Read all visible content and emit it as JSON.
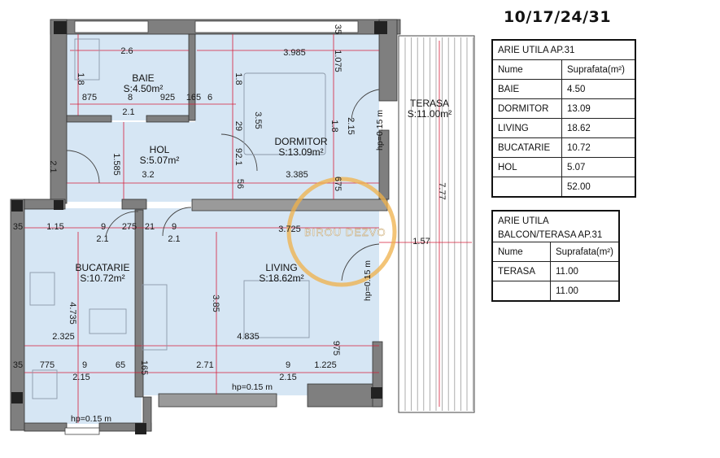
{
  "apartment_code": "10/17/24/31",
  "rooms": [
    {
      "name": "BAIE",
      "area": "S:4.50m²"
    },
    {
      "name": "DORMITOR",
      "area": "S:13.09m²"
    },
    {
      "name": "HOL",
      "area": "S:5.07m²"
    },
    {
      "name": "TERASA",
      "area": "S:11.00m²"
    },
    {
      "name": "BUCATARIE",
      "area": "S:10.72m²"
    },
    {
      "name": "LIVING",
      "area": "S:18.62m²"
    }
  ],
  "dimensions": [
    "2.6",
    "3.985",
    "1.075",
    "1.8",
    "1.8",
    "875",
    "8",
    "925",
    "165",
    "6",
    "2.1",
    "3.55",
    "29",
    "2.15",
    "1.8",
    "1.585",
    "9",
    "2.1",
    "3.2",
    "3.385",
    "56",
    "675",
    "7.77",
    "1.15",
    "9",
    "275",
    "21",
    "9",
    "2.1",
    "2.1",
    "3.725",
    "1.57",
    "4.735",
    "3.85",
    "2.325",
    "4.835",
    "775",
    "9",
    "65",
    "165",
    "2.71",
    "9",
    "1.225",
    "975",
    "2.15",
    "2.15",
    "35",
    "35",
    "35",
    "2.1"
  ],
  "height_notes": [
    "hp=0.15 m",
    "hp=0.15 m",
    "hp=0.15 m",
    "hp=0.15 m"
  ],
  "watermark": "BIROU DEZVO",
  "table_interior": {
    "title": "ARIE UTILA  AP.31",
    "col_name": "Nume",
    "col_area": "Suprafata(m²)",
    "rows": [
      {
        "name": "BAIE",
        "value": "4.50"
      },
      {
        "name": "DORMITOR",
        "value": "13.09"
      },
      {
        "name": "LIVING",
        "value": "18.62"
      },
      {
        "name": "BUCATARIE",
        "value": "10.72"
      },
      {
        "name": "HOL",
        "value": "5.07"
      }
    ],
    "total": "52.00"
  },
  "table_terrace": {
    "title_line1": "ARIE UTILA",
    "title_line2": "BALCON/TERASA AP.31",
    "col_name": "Nume",
    "col_area": "Suprafata(m²)",
    "rows": [
      {
        "name": "TERASA",
        "value": "11.00"
      }
    ],
    "total": "11.00"
  }
}
